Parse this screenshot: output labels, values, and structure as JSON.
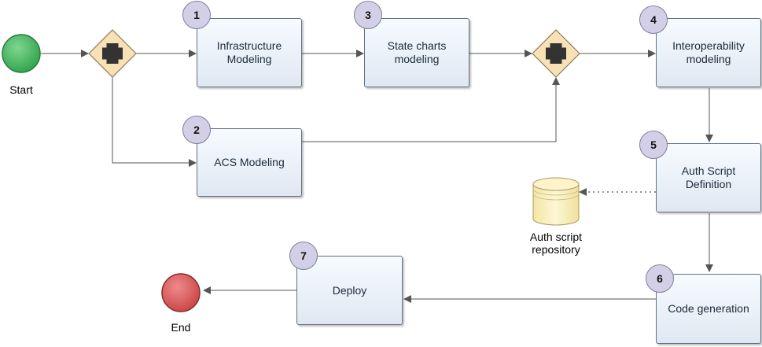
{
  "start": {
    "label": "Start"
  },
  "end": {
    "label": "End"
  },
  "tasks": [
    {
      "number": "1",
      "label": "Infrastructure Modeling"
    },
    {
      "number": "2",
      "label": "ACS Modeling"
    },
    {
      "number": "3",
      "label": "State charts modeling"
    },
    {
      "number": "4",
      "label": "Interoperability modeling"
    },
    {
      "number": "5",
      "label": "Auth Script Definition"
    },
    {
      "number": "6",
      "label": "Code generation"
    },
    {
      "number": "7",
      "label": "Deploy"
    }
  ],
  "repository": {
    "label": "Auth script repository"
  },
  "colors": {
    "start_fill": "#3fb55c",
    "end_fill": "#dc5b5b",
    "gateway_fill": "#f7e1b5",
    "task_fill": "#e6eef6",
    "badge_fill": "#d3cfe6",
    "repository_fill": "#fbf0c2"
  },
  "icons": {
    "gateway": "parallel-gateway-plus-icon",
    "repository": "database-cylinder-icon"
  }
}
